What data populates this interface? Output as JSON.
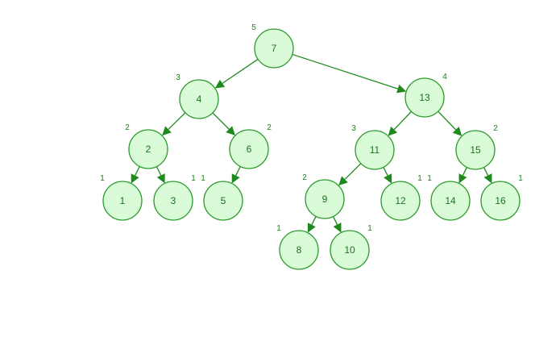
{
  "tree": {
    "nodes": [
      {
        "id": "n7",
        "key": "7",
        "height": "5"
      },
      {
        "id": "n4",
        "key": "4",
        "height": "3"
      },
      {
        "id": "n13",
        "key": "13",
        "height": "4"
      },
      {
        "id": "n2",
        "key": "2",
        "height": "2"
      },
      {
        "id": "n6",
        "key": "6",
        "height": "2"
      },
      {
        "id": "n11",
        "key": "11",
        "height": "3"
      },
      {
        "id": "n15",
        "key": "15",
        "height": "2"
      },
      {
        "id": "n1",
        "key": "1",
        "height": "1"
      },
      {
        "id": "n3",
        "key": "3",
        "height": "1"
      },
      {
        "id": "n5",
        "key": "5",
        "height": "1"
      },
      {
        "id": "n9",
        "key": "9",
        "height": "2"
      },
      {
        "id": "n12",
        "key": "12",
        "height": "1"
      },
      {
        "id": "n14",
        "key": "14",
        "height": "1"
      },
      {
        "id": "n16",
        "key": "16",
        "height": "1"
      },
      {
        "id": "n8",
        "key": "8",
        "height": "1"
      },
      {
        "id": "n10",
        "key": "10",
        "height": "1"
      }
    ],
    "edges": [
      {
        "from": "n7",
        "to": "n4"
      },
      {
        "from": "n7",
        "to": "n13"
      },
      {
        "from": "n4",
        "to": "n2"
      },
      {
        "from": "n4",
        "to": "n6"
      },
      {
        "from": "n13",
        "to": "n11"
      },
      {
        "from": "n13",
        "to": "n15"
      },
      {
        "from": "n2",
        "to": "n1"
      },
      {
        "from": "n2",
        "to": "n3"
      },
      {
        "from": "n6",
        "to": "n5"
      },
      {
        "from": "n11",
        "to": "n9"
      },
      {
        "from": "n11",
        "to": "n12"
      },
      {
        "from": "n15",
        "to": "n14"
      },
      {
        "from": "n15",
        "to": "n16"
      },
      {
        "from": "n9",
        "to": "n8"
      },
      {
        "from": "n9",
        "to": "n10"
      }
    ]
  }
}
